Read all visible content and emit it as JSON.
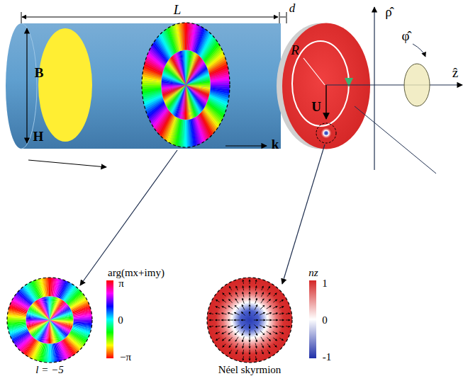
{
  "diagram": {
    "labels": [
      "L",
      "d",
      "B",
      "R",
      "H",
      "k",
      "U",
      "ρ̂",
      "φ̂",
      "ẑ",
      "arg(mx+imy)",
      "π",
      "0",
      "−π",
      "l = −5",
      "nz",
      "1",
      "0",
      "-1",
      "Néel skyrmion"
    ]
  }
}
